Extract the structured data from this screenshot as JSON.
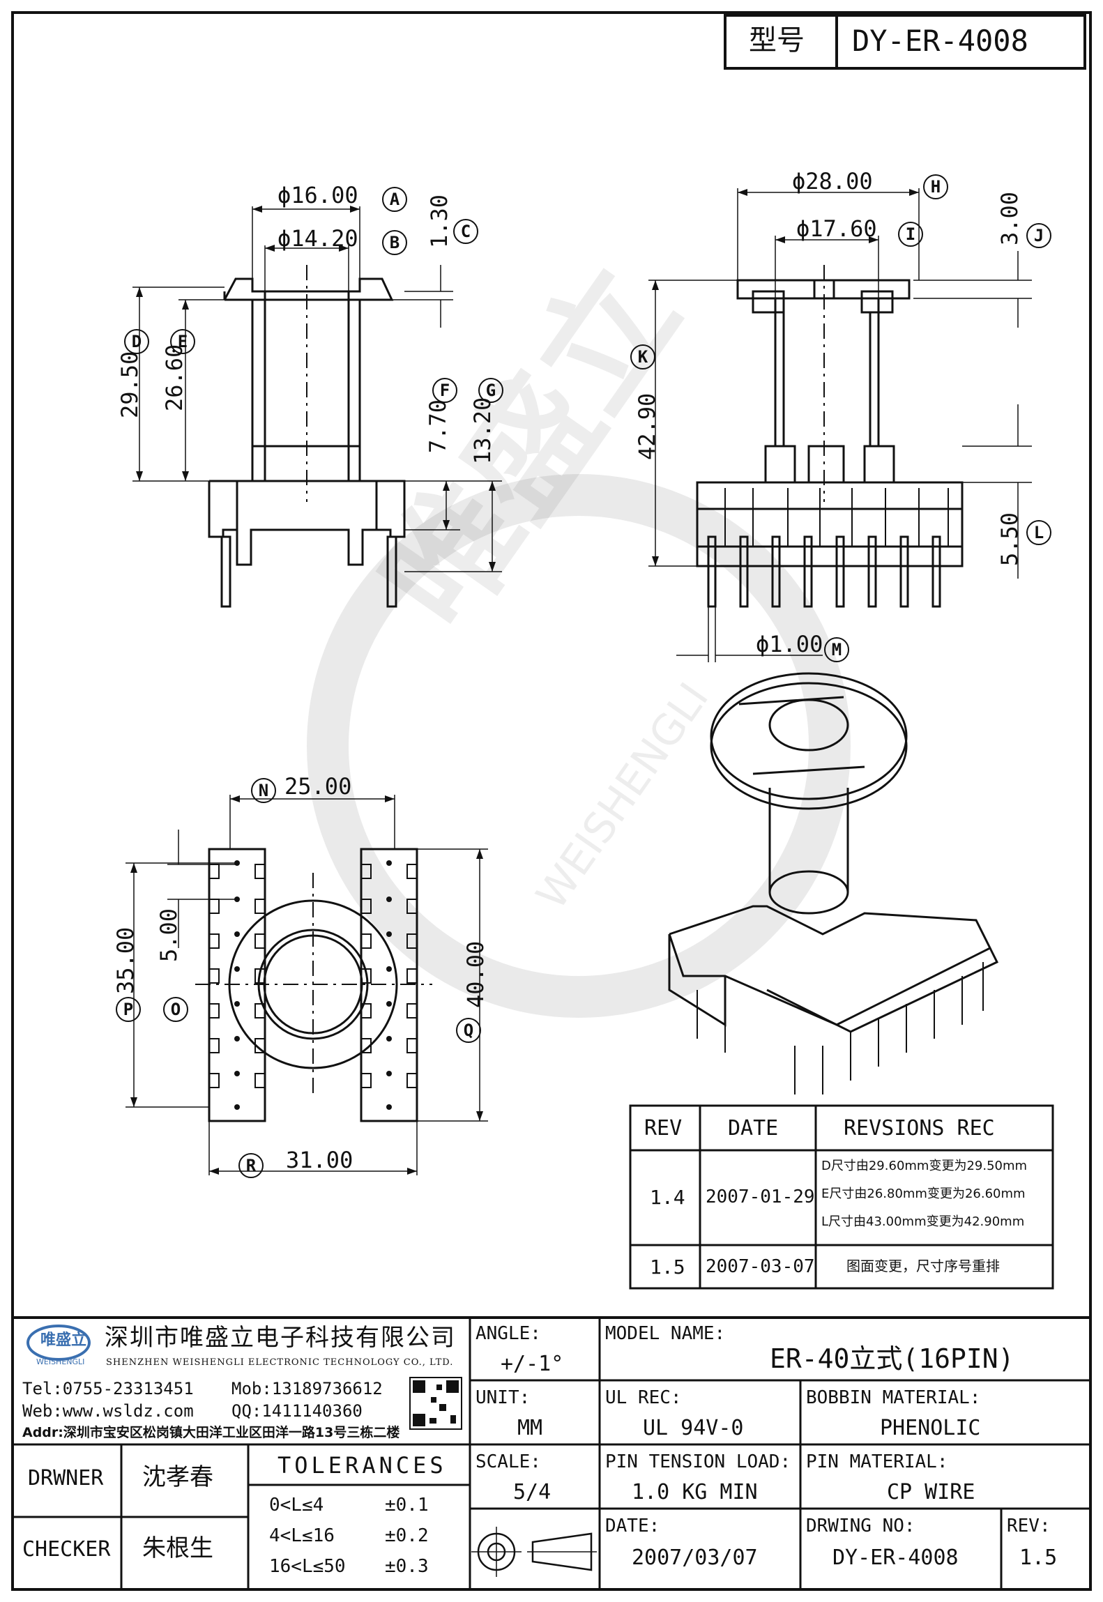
{
  "title_block_top": {
    "type_label": "型号",
    "model_code": "DY-ER-4008"
  },
  "top_left_view": {
    "dims": [
      {
        "letter": "A",
        "value": "ϕ16.00"
      },
      {
        "letter": "B",
        "value": "ϕ14.20"
      },
      {
        "letter": "C",
        "value": "1.30"
      },
      {
        "letter": "D",
        "value": "29.50"
      },
      {
        "letter": "E",
        "value": "26.60"
      },
      {
        "letter": "F",
        "value": "7.70"
      },
      {
        "letter": "G",
        "value": "13.20"
      }
    ]
  },
  "top_right_view": {
    "dims": [
      {
        "letter": "H",
        "value": "ϕ28.00"
      },
      {
        "letter": "I",
        "value": "ϕ17.60"
      },
      {
        "letter": "J",
        "value": "3.00"
      },
      {
        "letter": "K",
        "value": "42.90"
      },
      {
        "letter": "L",
        "value": "5.50"
      },
      {
        "letter": "M",
        "value": "ϕ1.00"
      }
    ]
  },
  "bottom_view": {
    "dims": [
      {
        "letter": "N",
        "value": "25.00"
      },
      {
        "letter": "O",
        "value": "5.00"
      },
      {
        "letter": "P",
        "value": "35.00"
      },
      {
        "letter": "Q",
        "value": "40.00"
      },
      {
        "letter": "R",
        "value": "31.00"
      }
    ]
  },
  "watermark": {
    "cn": "唯盛立",
    "en": "WEISHENGLI"
  },
  "revision_table": {
    "headers": [
      "REV",
      "DATE",
      "REVSIONS REC"
    ],
    "rows": [
      {
        "rev": "1.4",
        "date": "2007-01-29",
        "notes": [
          "D尺寸由29.60mm变更为29.50mm",
          "E尺寸由26.80mm变更为26.60mm",
          "L尺寸由43.00mm变更为42.90mm"
        ]
      },
      {
        "rev": "1.5",
        "date": "2007-03-07",
        "notes": [
          "图面变更，尺寸序号重排"
        ]
      }
    ]
  },
  "company": {
    "logo_text": "唯盛立",
    "logo_sub": "WEISHENGLI",
    "name_cn": "深圳市唯盛立电子科技有限公司",
    "name_en": "SHENZHEN WEISHENGLI ELECTRONIC TECHNOLOGY CO., LTD.",
    "tel": "Tel:0755-23313451",
    "mob": "Mob:13189736612",
    "web": "Web:www.wsldz.com",
    "qq": "QQ:1411140360",
    "addr": "Addr:深圳市宝安区松岗镇大田洋工业区田洋一路13号三栋二楼"
  },
  "title_block": {
    "angle_label": "ANGLE:",
    "angle_value": "+/-1°",
    "model_name_label": "MODEL NAME:",
    "model_name_value": "ER-40立式(16PIN)",
    "unit_label": "UNIT:",
    "unit_value": "MM",
    "ul_label": "UL REC:",
    "ul_value": "UL 94V-0",
    "bobbin_label": "BOBBIN MATERIAL:",
    "bobbin_value": "PHENOLIC",
    "scale_label": "SCALE:",
    "scale_value": "5/4",
    "pin_tension_label": "PIN TENSION LOAD:",
    "pin_tension_value": "1.0 KG MIN",
    "pin_material_label": "PIN MATERIAL:",
    "pin_material_value": "CP WIRE",
    "date_label": "DATE:",
    "date_value": "2007/03/07",
    "drawing_no_label": "DRWING NO:",
    "drawing_no_value": "DY-ER-4008",
    "rev_label": "REV:",
    "rev_value": "1.5",
    "drawer_label": "DRWNER",
    "drawer_value": "沈孝春",
    "checker_label": "CHECKER",
    "checker_value": "朱根生",
    "tolerances_label": "TOLERANCES",
    "tolerances": [
      {
        "range": "0<L≤4",
        "tol": "±0.1"
      },
      {
        "range": "4<L≤16",
        "tol": "±0.2"
      },
      {
        "range": "16<L≤50",
        "tol": "±0.3"
      }
    ]
  }
}
